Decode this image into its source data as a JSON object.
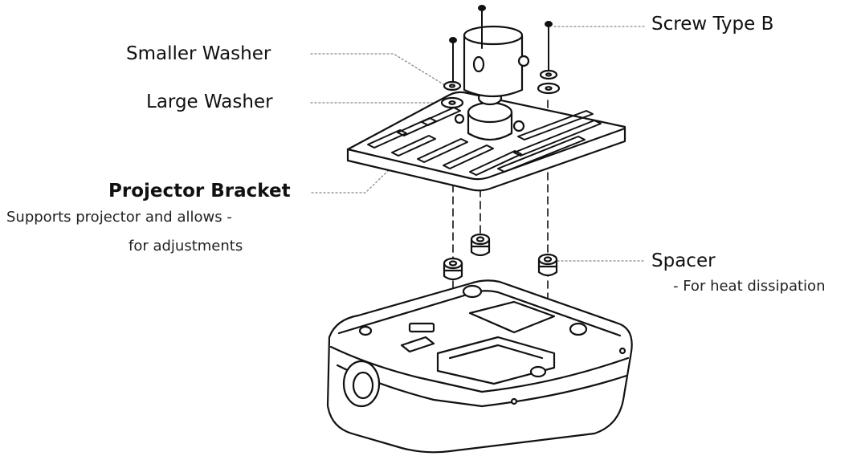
{
  "labels": {
    "screw_type_b": "Screw Type B",
    "smaller_washer": "Smaller Washer",
    "large_washer": "Large Washer",
    "projector_bracket": "Projector Bracket",
    "bracket_desc_line1": "Supports projector and allows -",
    "bracket_desc_line2": "for adjustments",
    "spacer": "Spacer",
    "spacer_desc": "- For heat dissipation"
  }
}
